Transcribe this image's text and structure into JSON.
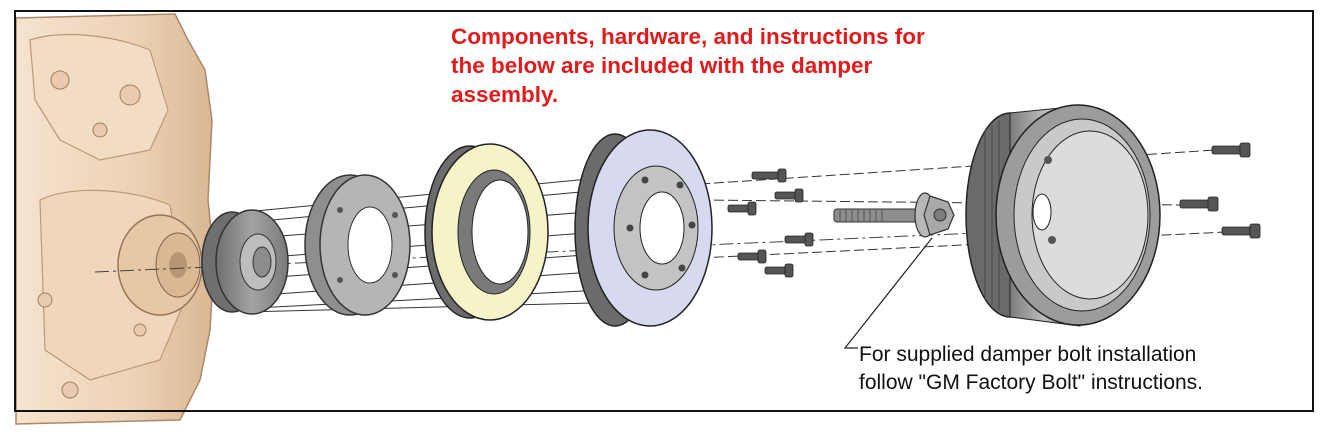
{
  "notes": {
    "included_note": "Components, hardware, and instructions for the below are included with the damper assembly.",
    "included_lines": [
      "Components, hardware, and instructions for",
      "the below are included with the damper",
      "assembly."
    ],
    "bolt_callout_lines": [
      "For supplied damper bolt installation",
      "follow \"GM Factory Bolt\" instructions."
    ]
  },
  "colors": {
    "note_red": "#e01b1b",
    "part_gray": "#9a9a9a",
    "engine_tan": "#efd6bd",
    "ring_yellow": "#f5f3c8",
    "ring_lavender": "#d7d9f0"
  },
  "parts": [
    {
      "name": "engine-block"
    },
    {
      "name": "crank-hub"
    },
    {
      "name": "spacer-ring"
    },
    {
      "name": "damper-inertia-ring"
    },
    {
      "name": "damper-hub"
    },
    {
      "name": "damper-bolt"
    },
    {
      "name": "pulley"
    },
    {
      "name": "fastener-bolts"
    }
  ]
}
